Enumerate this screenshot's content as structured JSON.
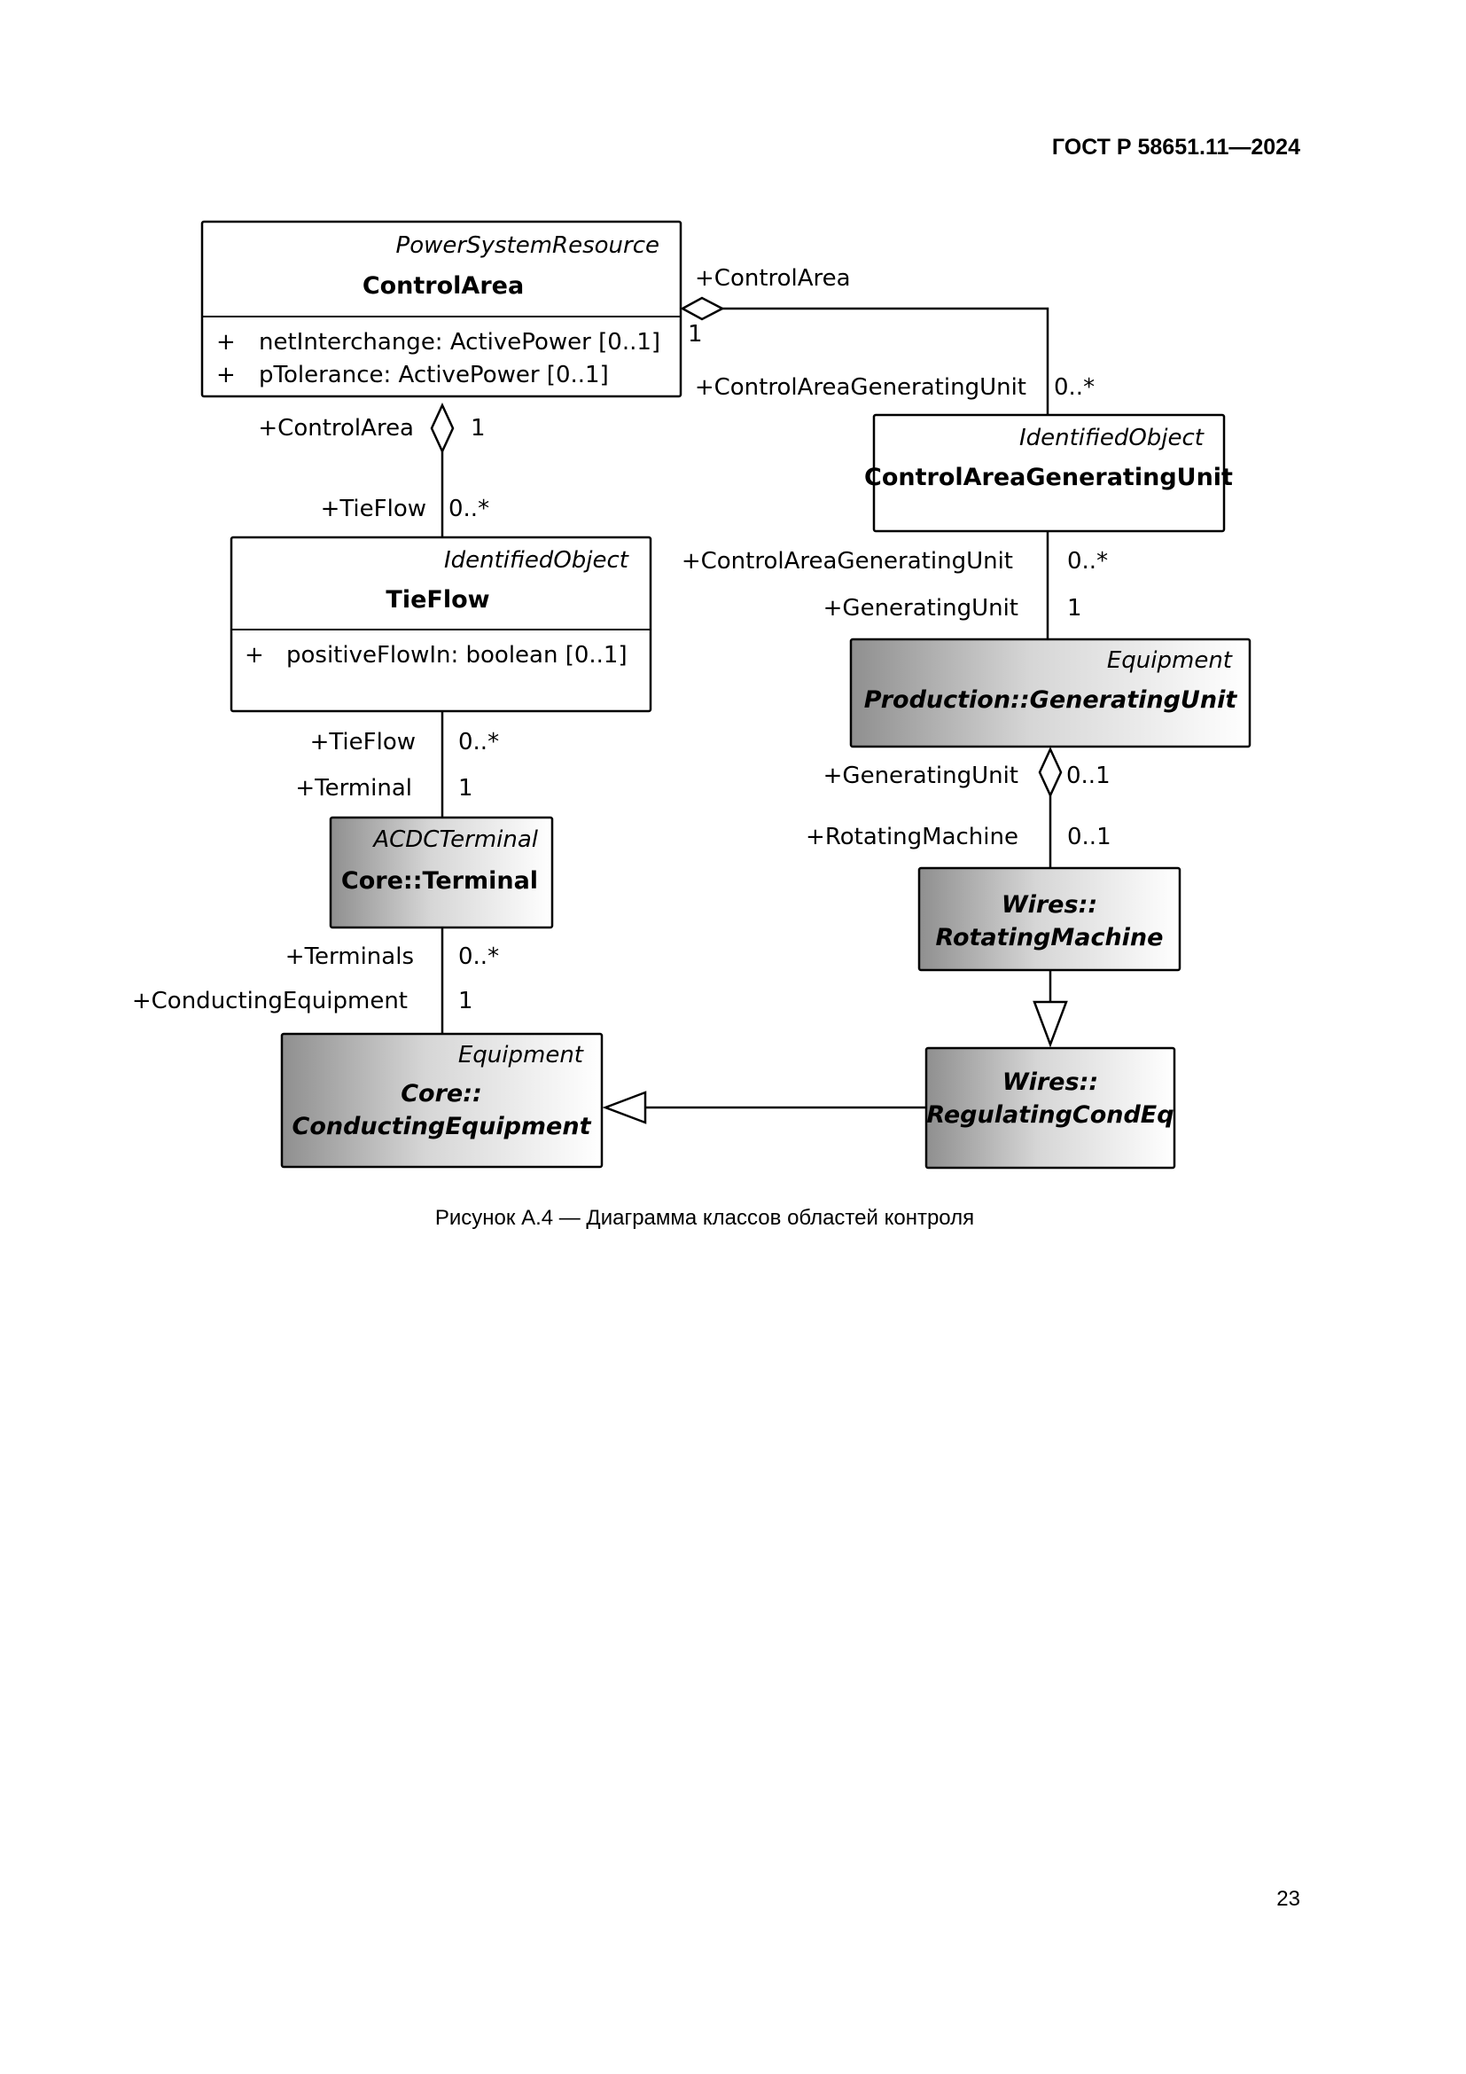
{
  "header": {
    "standard": "ГОСТ Р 58651.11—2024"
  },
  "footer": {
    "page_number": "23"
  },
  "figure": {
    "caption": "Рисунок А.4 — Диаграмма классов областей контроля"
  },
  "classes": {
    "control_area": {
      "stereotype": "PowerSystemResource",
      "name": "ControlArea",
      "attributes": [
        {
          "visibility": "+",
          "text": "netInterchange: ActivePower [0..1]"
        },
        {
          "visibility": "+",
          "text": "pTolerance: ActivePower [0..1]"
        }
      ]
    },
    "control_area_generating_unit": {
      "stereotype": "IdentifiedObject",
      "name": "ControlAreaGeneratingUnit"
    },
    "tie_flow": {
      "stereotype": "IdentifiedObject",
      "name": "TieFlow",
      "attributes": [
        {
          "visibility": "+",
          "text": "positiveFlowIn: boolean [0..1]"
        }
      ]
    },
    "generating_unit": {
      "stereotype": "Equipment",
      "name": "Production::GeneratingUnit"
    },
    "terminal": {
      "stereotype": "ACDCTerminal",
      "name": "Core::Terminal"
    },
    "rotating_machine": {
      "name_line1": "Wires::",
      "name_line2": "RotatingMachine"
    },
    "conducting_equipment": {
      "stereotype": "Equipment",
      "name_line1": "Core::",
      "name_line2": "ConductingEquipment"
    },
    "regulating_cond_eq": {
      "name_line1": "Wires::",
      "name_line2": "RegulatingCondEq"
    }
  },
  "associations": {
    "ca_to_cagu": {
      "source_role": "+ControlArea",
      "source_mult": "1",
      "target_role": "+ControlAreaGeneratingUnit",
      "target_mult": "0..*"
    },
    "ca_to_tieflow": {
      "source_role": "+ControlArea",
      "source_mult": "1",
      "target_role": "+TieFlow",
      "target_mult": "0..*"
    },
    "cagu_to_gu": {
      "source_role": "+ControlAreaGeneratingUnit",
      "source_mult": "0..*",
      "target_role": "+GeneratingUnit",
      "target_mult": "1"
    },
    "tieflow_to_terminal": {
      "source_role": "+TieFlow",
      "source_mult": "0..*",
      "target_role": "+Terminal",
      "target_mult": "1"
    },
    "gu_to_rm": {
      "source_role": "+GeneratingUnit",
      "source_mult": "0..1",
      "target_role": "+RotatingMachine",
      "target_mult": "0..1"
    },
    "terminal_to_ce": {
      "source_role": "+Terminals",
      "source_mult": "0..*",
      "target_role": "+ConductingEquipment",
      "target_mult": "1"
    }
  }
}
